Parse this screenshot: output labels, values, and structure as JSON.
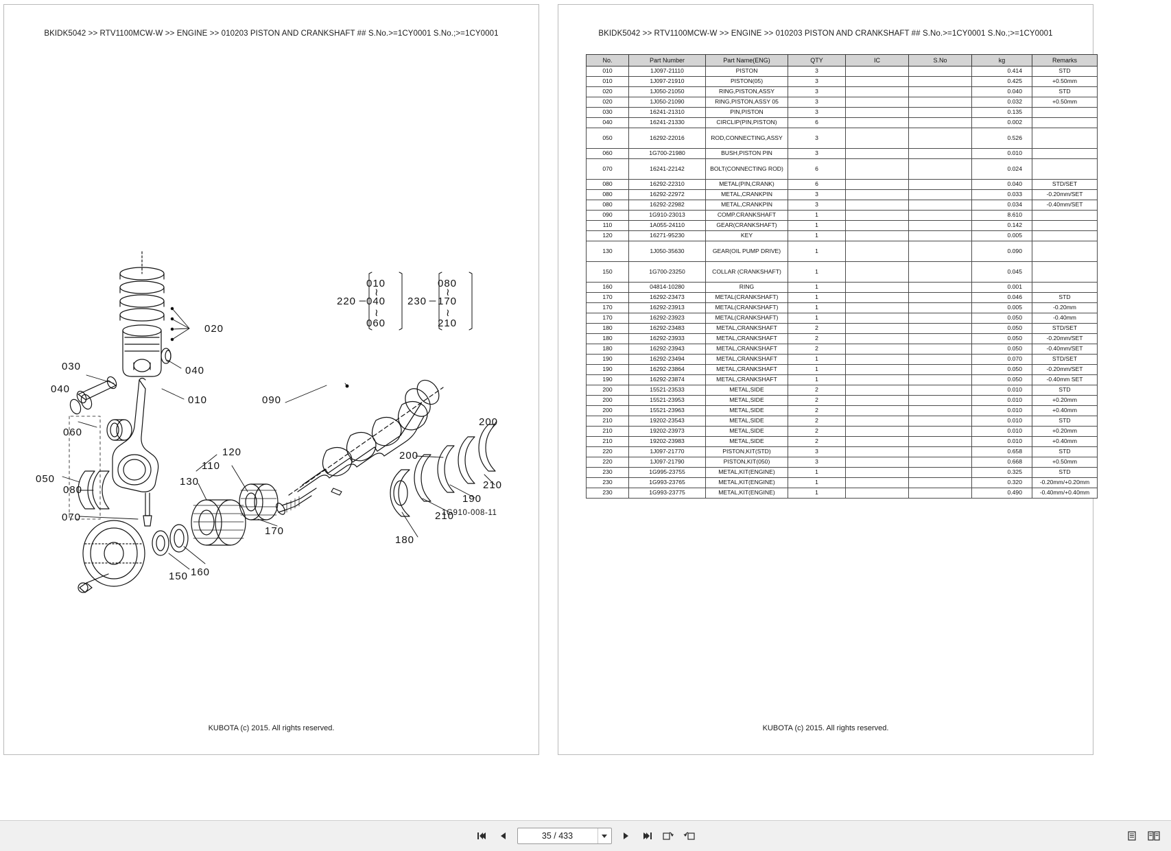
{
  "window": {
    "title": "KUBOTA Parts Catalog Viewer"
  },
  "left_page": {
    "header": "BKIDK5042 >> RTV1100MCW-W >> ENGINE >> 010203   PISTON AND CRANKSHAFT ## S.No.>=1CY0001 S.No.;>=1CY0001",
    "diagram_code": "1G910-008-11",
    "footer": "KUBOTA (c) 2015. All rights reserved.",
    "callouts": [
      "010",
      "020",
      "030",
      "040",
      "040",
      "010",
      "060",
      "050",
      "080",
      "070",
      "090",
      "120",
      "110",
      "130",
      "170",
      "150",
      "160",
      "180",
      "190",
      "200",
      "200",
      "210",
      "210",
      "220",
      "230",
      "040",
      "060",
      "170",
      "210",
      "080"
    ],
    "brace_groups": [
      {
        "label": "220",
        "members": [
          "010",
          "040",
          "060"
        ]
      },
      {
        "label": "230",
        "members": [
          "080",
          "170",
          "210"
        ]
      }
    ]
  },
  "right_page": {
    "header": "BKIDK5042 >> RTV1100MCW-W >> ENGINE >> 010203   PISTON AND CRANKSHAFT ## S.No.>=1CY0001 S.No.;>=1CY0001",
    "footer": "KUBOTA (c) 2015. All rights reserved.",
    "table": {
      "columns": [
        "No.",
        "Part Number",
        "Part Name(ENG)",
        "QTY",
        "IC",
        "S.No",
        "kg",
        "Remarks"
      ],
      "rows": [
        {
          "no": "010",
          "part_number": "1J097-21110",
          "part_name": "PISTON",
          "qty": "3",
          "ic": "",
          "sno": "",
          "kg": "0.414",
          "remarks": "STD"
        },
        {
          "no": "010",
          "part_number": "1J097-21910",
          "part_name": "PISTON(05)",
          "qty": "3",
          "ic": "",
          "sno": "",
          "kg": "0.425",
          "remarks": "+0.50mm"
        },
        {
          "no": "020",
          "part_number": "1J050-21050",
          "part_name": "RING,PISTON,ASSY",
          "qty": "3",
          "ic": "",
          "sno": "",
          "kg": "0.040",
          "remarks": "STD"
        },
        {
          "no": "020",
          "part_number": "1J050-21090",
          "part_name": "RING,PISTON,ASSY 05",
          "qty": "3",
          "ic": "",
          "sno": "",
          "kg": "0.032",
          "remarks": "+0.50mm"
        },
        {
          "no": "030",
          "part_number": "16241-21310",
          "part_name": "PIN,PISTON",
          "qty": "3",
          "ic": "",
          "sno": "",
          "kg": "0.135",
          "remarks": ""
        },
        {
          "no": "040",
          "part_number": "16241-21330",
          "part_name": "CIRCLIP(PIN,PISTON)",
          "qty": "6",
          "ic": "",
          "sno": "",
          "kg": "0.002",
          "remarks": ""
        },
        {
          "no": "050",
          "part_number": "16292-22016",
          "part_name": "ROD,CONNECTING,ASSY",
          "qty": "3",
          "ic": "",
          "sno": "",
          "kg": "0.526",
          "remarks": "",
          "tall": true
        },
        {
          "no": "060",
          "part_number": "1G700-21980",
          "part_name": "BUSH,PISTON PIN",
          "qty": "3",
          "ic": "",
          "sno": "",
          "kg": "0.010",
          "remarks": ""
        },
        {
          "no": "070",
          "part_number": "16241-22142",
          "part_name": "BOLT(CONNECTING ROD)",
          "qty": "6",
          "ic": "",
          "sno": "",
          "kg": "0.024",
          "remarks": "",
          "tall": true
        },
        {
          "no": "080",
          "part_number": "16292-22310",
          "part_name": "METAL(PIN,CRANK)",
          "qty": "6",
          "ic": "",
          "sno": "",
          "kg": "0.040",
          "remarks": "STD/SET"
        },
        {
          "no": "080",
          "part_number": "16292-22972",
          "part_name": "METAL,CRANKPIN",
          "qty": "3",
          "ic": "",
          "sno": "",
          "kg": "0.033",
          "remarks": "-0.20mm/SET"
        },
        {
          "no": "080",
          "part_number": "16292-22982",
          "part_name": "METAL,CRANKPIN",
          "qty": "3",
          "ic": "",
          "sno": "",
          "kg": "0.034",
          "remarks": "-0.40mm/SET"
        },
        {
          "no": "090",
          "part_number": "1G910-23013",
          "part_name": "COMP.CRANKSHAFT",
          "qty": "1",
          "ic": "",
          "sno": "",
          "kg": "8.610",
          "remarks": ""
        },
        {
          "no": "110",
          "part_number": "1A055-24110",
          "part_name": "GEAR(CRANKSHAFT)",
          "qty": "1",
          "ic": "",
          "sno": "",
          "kg": "0.142",
          "remarks": ""
        },
        {
          "no": "120",
          "part_number": "16271-95230",
          "part_name": "KEY",
          "qty": "1",
          "ic": "",
          "sno": "",
          "kg": "0.005",
          "remarks": ""
        },
        {
          "no": "130",
          "part_number": "1J050-35630",
          "part_name": "GEAR(OIL PUMP DRIVE)",
          "qty": "1",
          "ic": "",
          "sno": "",
          "kg": "0.090",
          "remarks": "",
          "tall": true
        },
        {
          "no": "150",
          "part_number": "1G700-23250",
          "part_name": "COLLAR (CRANKSHAFT)",
          "qty": "1",
          "ic": "",
          "sno": "",
          "kg": "0.045",
          "remarks": "",
          "tall": true
        },
        {
          "no": "160",
          "part_number": "04814-10280",
          "part_name": "RING",
          "qty": "1",
          "ic": "",
          "sno": "",
          "kg": "0.001",
          "remarks": ""
        },
        {
          "no": "170",
          "part_number": "16292-23473",
          "part_name": "METAL(CRANKSHAFT)",
          "qty": "1",
          "ic": "",
          "sno": "",
          "kg": "0.046",
          "remarks": "STD"
        },
        {
          "no": "170",
          "part_number": "16292-23913",
          "part_name": "METAL(CRANKSHAFT)",
          "qty": "1",
          "ic": "",
          "sno": "",
          "kg": "0.005",
          "remarks": "-0.20mm"
        },
        {
          "no": "170",
          "part_number": "16292-23923",
          "part_name": "METAL(CRANKSHAFT)",
          "qty": "1",
          "ic": "",
          "sno": "",
          "kg": "0.050",
          "remarks": "-0.40mm"
        },
        {
          "no": "180",
          "part_number": "16292-23483",
          "part_name": "METAL,CRANKSHAFT",
          "qty": "2",
          "ic": "",
          "sno": "",
          "kg": "0.050",
          "remarks": "STD/SET"
        },
        {
          "no": "180",
          "part_number": "16292-23933",
          "part_name": "METAL,CRANKSHAFT",
          "qty": "2",
          "ic": "",
          "sno": "",
          "kg": "0.050",
          "remarks": "-0.20mm/SET"
        },
        {
          "no": "180",
          "part_number": "16292-23943",
          "part_name": "METAL,CRANKSHAFT",
          "qty": "2",
          "ic": "",
          "sno": "",
          "kg": "0.050",
          "remarks": "-0.40mm/SET"
        },
        {
          "no": "190",
          "part_number": "16292-23494",
          "part_name": "METAL,CRANKSHAFT",
          "qty": "1",
          "ic": "",
          "sno": "",
          "kg": "0.070",
          "remarks": "STD/SET"
        },
        {
          "no": "190",
          "part_number": "16292-23864",
          "part_name": "METAL,CRANKSHAFT",
          "qty": "1",
          "ic": "",
          "sno": "",
          "kg": "0.050",
          "remarks": "-0.20mm/SET"
        },
        {
          "no": "190",
          "part_number": "16292-23874",
          "part_name": "METAL,CRANKSHAFT",
          "qty": "1",
          "ic": "",
          "sno": "",
          "kg": "0.050",
          "remarks": "-0.40mm SET"
        },
        {
          "no": "200",
          "part_number": "15521-23533",
          "part_name": "METAL,SIDE",
          "qty": "2",
          "ic": "",
          "sno": "",
          "kg": "0.010",
          "remarks": "STD"
        },
        {
          "no": "200",
          "part_number": "15521-23953",
          "part_name": "METAL,SIDE",
          "qty": "2",
          "ic": "",
          "sno": "",
          "kg": "0.010",
          "remarks": "+0.20mm"
        },
        {
          "no": "200",
          "part_number": "15521-23963",
          "part_name": "METAL,SIDE",
          "qty": "2",
          "ic": "",
          "sno": "",
          "kg": "0.010",
          "remarks": "+0.40mm"
        },
        {
          "no": "210",
          "part_number": "19202-23543",
          "part_name": "METAL,SIDE",
          "qty": "2",
          "ic": "",
          "sno": "",
          "kg": "0.010",
          "remarks": "STD"
        },
        {
          "no": "210",
          "part_number": "19202-23973",
          "part_name": "METAL,SIDE",
          "qty": "2",
          "ic": "",
          "sno": "",
          "kg": "0.010",
          "remarks": "+0.20mm"
        },
        {
          "no": "210",
          "part_number": "19202-23983",
          "part_name": "METAL,SIDE",
          "qty": "2",
          "ic": "",
          "sno": "",
          "kg": "0.010",
          "remarks": "+0.40mm"
        },
        {
          "no": "220",
          "part_number": "1J097-21770",
          "part_name": "PISTON,KIT(STD)",
          "qty": "3",
          "ic": "",
          "sno": "",
          "kg": "0.658",
          "remarks": "STD"
        },
        {
          "no": "220",
          "part_number": "1J097-21790",
          "part_name": "PISTON,KIT(050)",
          "qty": "3",
          "ic": "",
          "sno": "",
          "kg": "0.668",
          "remarks": "+0.50mm"
        },
        {
          "no": "230",
          "part_number": "1G995-23755",
          "part_name": "METAL,KIT(ENGINE)",
          "qty": "1",
          "ic": "",
          "sno": "",
          "kg": "0.325",
          "remarks": "STD"
        },
        {
          "no": "230",
          "part_number": "1G993-23765",
          "part_name": "METAL,KIT(ENGINE)",
          "qty": "1",
          "ic": "",
          "sno": "",
          "kg": "0.320",
          "remarks": "-0.20mm/+0.20mm"
        },
        {
          "no": "230",
          "part_number": "1G993-23775",
          "part_name": "METAL,KIT(ENGINE)",
          "qty": "1",
          "ic": "",
          "sno": "",
          "kg": "0.490",
          "remarks": "-0.40mm/+0.40mm"
        }
      ]
    }
  },
  "toolbar": {
    "first_page_label": "First page",
    "prev_page_label": "Previous page",
    "next_page_label": "Next page",
    "last_page_label": "Last page",
    "page_value": "35 / 433",
    "rotate_cw_label": "Rotate clockwise",
    "rotate_ccw_label": "Rotate counter-clockwise",
    "single_page_view_label": "Single page view",
    "double_page_view_label": "Double page view"
  },
  "colors": {
    "page_bg": "#ffffff",
    "toolbar_bg": "#f0f0f0",
    "table_header_bg": "#d4d4d4",
    "border": "#4a4a4a",
    "text": "#111111"
  }
}
